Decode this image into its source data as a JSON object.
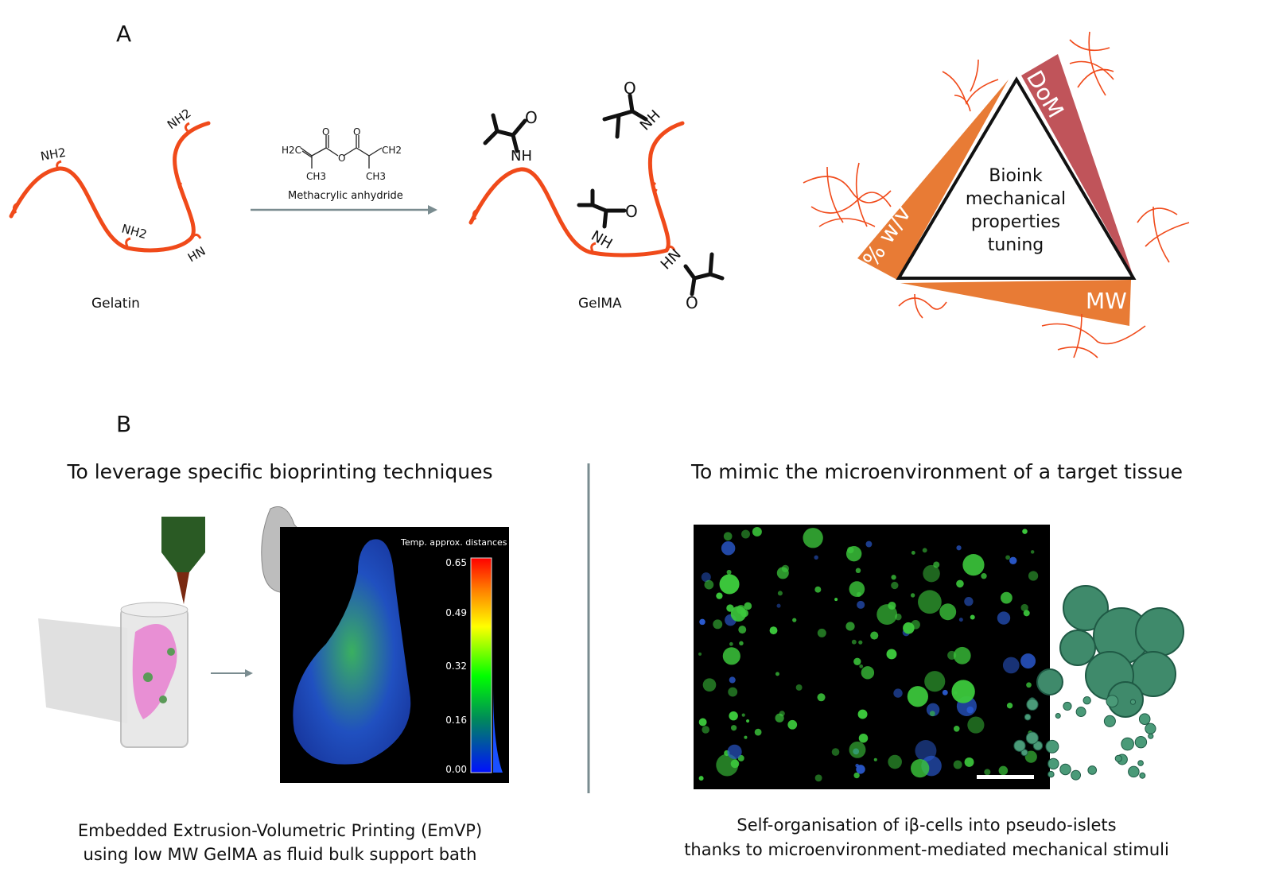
{
  "panel_a": {
    "label": "A",
    "gelatin_label": "Gelatin",
    "gelma_label": "GelMA",
    "amine_label": "NH2",
    "reagent_label": "Methacrylic anhydride",
    "reagent_atoms": {
      "h2c": "H2C",
      "ch2": "CH2",
      "ch3": "CH3",
      "o": "O"
    },
    "amide_nh": "NH",
    "amide_hn": "HN",
    "amide_o": "O",
    "triangle": {
      "center_lines": [
        "Bioink",
        "mechanical",
        "properties",
        "tuning"
      ],
      "left_side": "% w/v",
      "right_side": "DoM",
      "bottom_side": "MW"
    }
  },
  "panel_b": {
    "label": "B",
    "left_title": "To leverage specific bioprinting techniques",
    "right_title": "To mimic the microenvironment of a target tissue",
    "colorbar": {
      "title": "Temp. approx. distances",
      "ticks": [
        "0.65",
        "0.49",
        "0.32",
        "0.16",
        "0.00"
      ]
    },
    "left_caption": [
      "Embedded Extrusion-Volumetric Printing (EmVP)",
      "using low MW GelMA as fluid bulk support bath"
    ],
    "right_caption": [
      "Self-organisation of iβ-cells into pseudo-islets",
      "thanks to microenvironment-mediated mechanical stimuli"
    ]
  },
  "colors": {
    "chain": "#f04a1a",
    "orange": "#e87b35",
    "red": "#c0545a",
    "arrow": "#7a8c90",
    "teal": "#3f8a6b"
  }
}
